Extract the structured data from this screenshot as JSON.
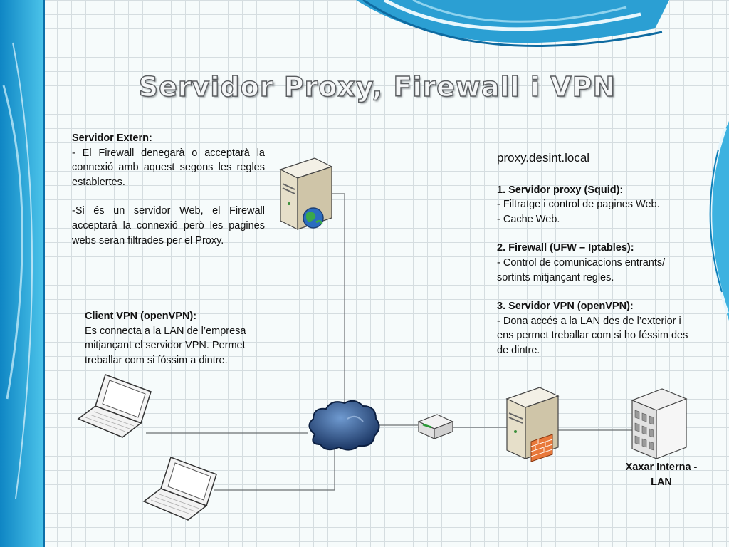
{
  "title": "Servidor Proxy, Firewall i VPN",
  "external": {
    "heading": "Servidor Extern:",
    "line1": "- El Firewall denegarà o acceptarà la connexió amb aquest segons les regles establertes.",
    "line2": "-Si és un servidor Web, el Firewall acceptarà la connexió però les pagines webs seran filtrades per el Proxy."
  },
  "client": {
    "heading": "Client VPN (openVPN):",
    "text": "Es connecta a la LAN de l’empresa mitjançant el servidor VPN. Permet treballar com si fóssim a dintre."
  },
  "proxy": {
    "hostname": "proxy.desint.local",
    "s1_heading": "1. Servidor proxy (Squid):",
    "s1_line1": "- Filtratge i control de pagines Web.",
    "s1_line2": "- Cache Web.",
    "s2_heading": "2. Firewall (UFW – Iptables):",
    "s2_line1": "- Control de comunicacions entrants/ sortints mitjançant regles.",
    "s3_heading": "3. Servidor VPN (openVPN):",
    "s3_line1": "- Dona accés a la LAN des de l’exterior i ens permet treballar com si ho féssim des de dintre."
  },
  "lan_label": "Xaxar Interna - LAN",
  "icons": [
    "web-server-icon",
    "laptop-icon",
    "internet-cloud-icon",
    "router-icon",
    "firewall-server-icon",
    "building-icon"
  ],
  "colors": {
    "accent_blue": "#2aa6d6",
    "cloud": "#1d3f73",
    "title_stroke": "#5a5d60"
  }
}
